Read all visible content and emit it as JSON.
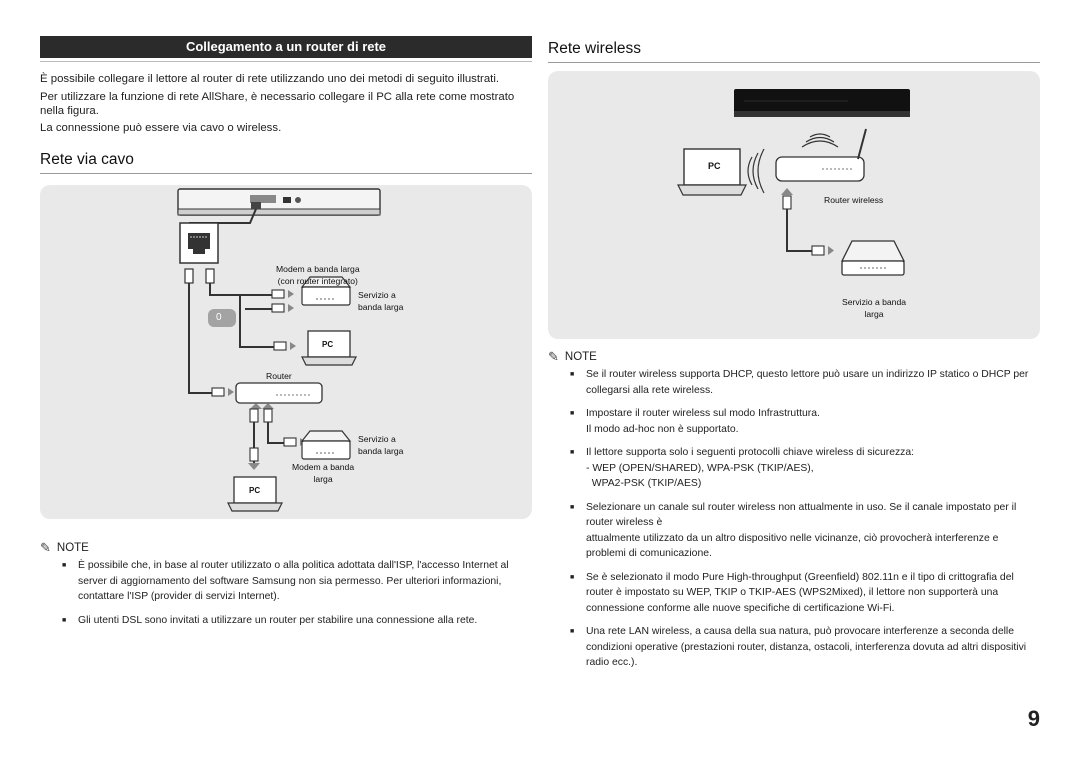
{
  "header": {
    "title": "Collegamento a un router di rete"
  },
  "intro": {
    "p1": "È possibile collegare il lettore al router di rete utilizzando uno dei metodi di seguito illustrati.",
    "p2": "Per utilizzare la funzione di rete AllShare, è necessario collegare il PC alla rete come mostrato nella figura.",
    "p3": "La connessione può essere via cavo o wireless."
  },
  "wired": {
    "heading": "Rete via cavo",
    "diagram": {
      "modem_integrated": "Modem a banda larga\n(con router integrato)",
      "service1": "Servizio a\nbanda larga",
      "badge": "0",
      "pc1": "PC",
      "router": "Router",
      "service2": "Servizio a\nbanda larga",
      "modem": "Modem a banda\nlarga",
      "pc2": "PC"
    },
    "note_title": "NOTE",
    "notes": [
      "È possibile che, in base al router utilizzato o alla politica adottata dall'ISP, l'accesso Internet al server di aggiornamento del software Samsung non sia permesso. Per ulteriori informazioni, contattare l'ISP (provider di servizi Internet).",
      "Gli utenti DSL sono invitati a utilizzare un router per stabilire una connessione alla rete."
    ]
  },
  "wireless": {
    "heading": "Rete wireless",
    "diagram": {
      "pc": "PC",
      "router": "Router wireless",
      "service": "Servizio a banda\nlarga"
    },
    "note_title": "NOTE",
    "notes": [
      {
        "text": "Se il router wireless supporta DHCP, questo lettore può usare un indirizzo IP statico o DHCP per collegarsi alla rete wireless."
      },
      {
        "text": "Impostare il router wireless sul modo Infrastruttura.",
        "sub": "Il modo ad-hoc non è supportato."
      },
      {
        "text": "Il lettore supporta solo i seguenti protocolli chiave wireless di sicurezza:",
        "sub": "- WEP (OPEN/SHARED), WPA-PSK (TKIP/AES),\n  WPA2-PSK (TKIP/AES)"
      },
      {
        "text": "Selezionare un canale sul router wireless non attualmente in uso. Se il canale impostato per il router wireless è",
        "sub": "attualmente utilizzato da un altro dispositivo nelle vicinanze, ciò provocherà interferenze e problemi di comunicazione."
      },
      {
        "text": "Se è selezionato il modo Pure High-throughput (Greenfield) 802.11n e il tipo di crittografia del router è impostato su WEP, TKIP o TKIP-AES (WPS2Mixed), il lettore non supporterà una connessione conforme alle nuove specifiche di certificazione Wi-Fi."
      },
      {
        "text": "Una rete LAN wireless, a causa della sua natura, può provocare interferenze a seconda delle condizioni operative (prestazioni router, distanza, ostacoli, interferenza dovuta ad altri dispositivi radio ecc.)."
      }
    ]
  },
  "page_number": "9"
}
